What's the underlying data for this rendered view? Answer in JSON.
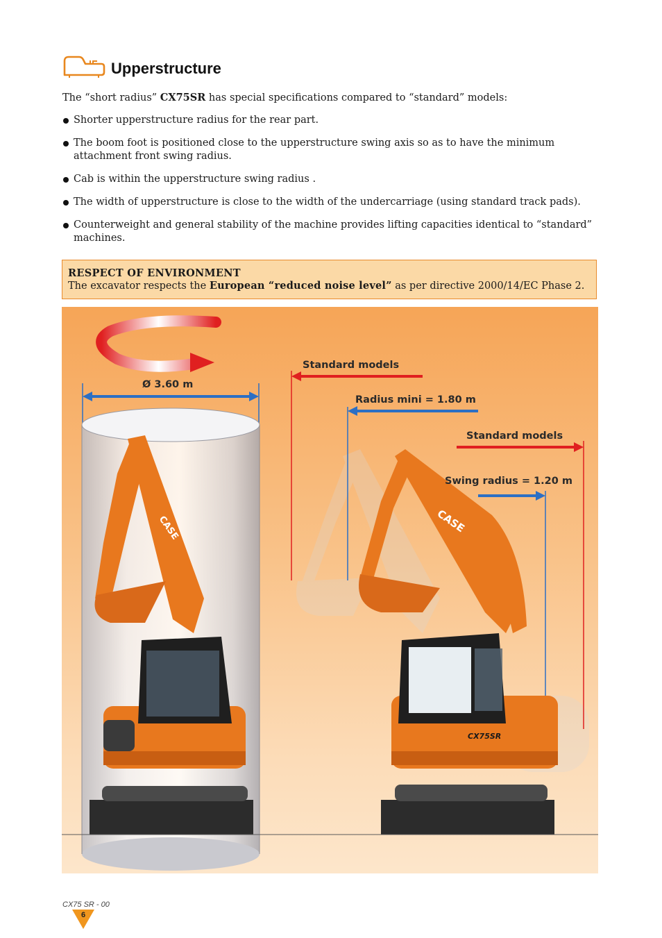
{
  "header": {
    "title": "Upperstructure",
    "icon": "excavator-upperstructure-icon"
  },
  "intro": {
    "before": "The “short radius” ",
    "model": "CX75SR",
    "after": " has special specifications compared to “standard” models:"
  },
  "bullets": [
    "Shorter upperstructure radius for the rear part.",
    "The boom foot is positioned close to the upperstructure swing axis so as to have the minimum attachment front swing radius.",
    "Cab is within the upperstructure swing radius .",
    "The width of upperstructure is close to the width of the undercarriage (using standard track pads).",
    "Counterweight and general stability of the machine provides lifting capacities identical to “standard” machines."
  ],
  "environment": {
    "title": "RESPECT OF ENVIRONMENT",
    "text_before": "The excavator respects the ",
    "text_bold": "European “reduced noise level”",
    "text_after": " as per directive 2000/14/EC Phase 2."
  },
  "figure": {
    "diameter_label": "Ø 3.60 m",
    "standard_models_top": "Standard models",
    "radius_mini": "Radius mini = 1.80 m",
    "standard_models_right": "Standard models",
    "swing_radius": "Swing radius = 1.20 m",
    "brand_label": "CASE",
    "model_badge": "CX75SR",
    "colors": {
      "machine_orange": "#e8781e",
      "arrow_red": "#e02020",
      "arrow_blue": "#2c6fc4",
      "background": "#f8b673"
    }
  },
  "footer": {
    "code": "CX75 SR - 00",
    "page": "6"
  }
}
